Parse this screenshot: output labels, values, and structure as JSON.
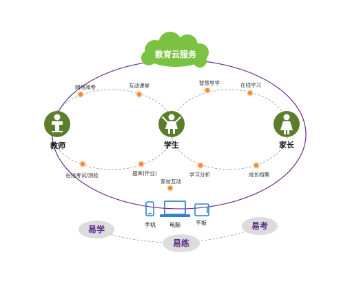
{
  "cloud": {
    "title": "教育云服务"
  },
  "roles": {
    "teacher": "教师",
    "student": "学生",
    "parent": "家长"
  },
  "services": {
    "online_reading": "网络阅卷",
    "interactive_class": "互动课堂",
    "smart_tutoring": "智慧导学",
    "online_learning": "在线学习",
    "online_exam": "在线考试/测验",
    "question_bank": "题库(作业)",
    "learning_analysis": "学习分析",
    "growth_archive": "成长档案",
    "home_school": "家校互动"
  },
  "devices": {
    "phone": "手机",
    "computer": "电脑",
    "tablet": "平板"
  },
  "modes": {
    "easy_learn": "易学",
    "easy_practice": "易练",
    "easy_exam": "易考"
  },
  "colors": {
    "outer_ring": "#6b2c8f",
    "cloud_green": "#7cc242",
    "role_green": "#5e7d2c",
    "node_orange": "#f08a3c",
    "device_blue": "#2f7fd3",
    "pill_gray": "#dcdcdc",
    "pill_text": "#5b2a86"
  },
  "icons": {
    "cloud": "cloud-icon",
    "teacher": "teacher-icon",
    "student": "student-icon",
    "parent": "parent-icon",
    "phone": "phone-icon",
    "computer": "computer-icon",
    "tablet": "tablet-icon"
  }
}
